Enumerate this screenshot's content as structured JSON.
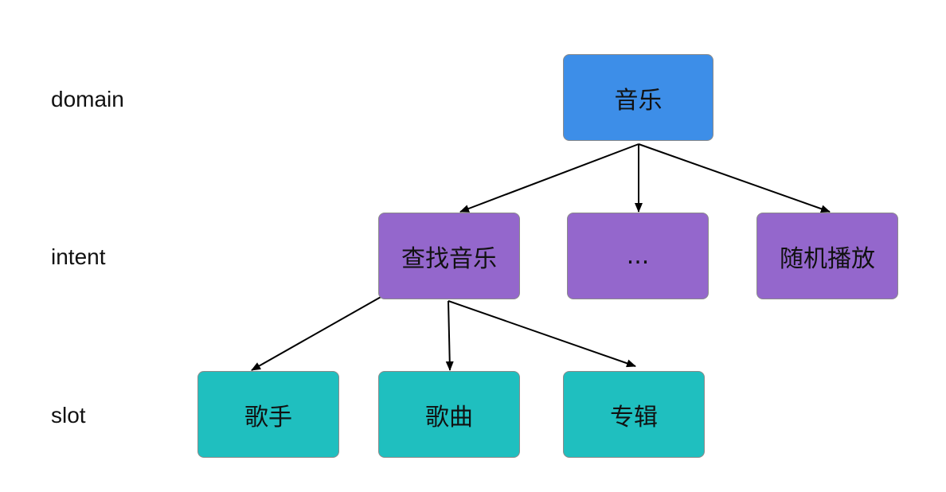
{
  "levels": {
    "domain": "domain",
    "intent": "intent",
    "slot": "slot"
  },
  "colors": {
    "domain": "#3D8EE8",
    "intent": "#9467CC",
    "slot": "#1FBFBF",
    "edge": "#000000"
  },
  "nodes": {
    "music": "音乐",
    "find_music": "查找音乐",
    "ellipsis": "...",
    "random_play": "随机播放",
    "singer": "歌手",
    "song": "歌曲",
    "album": "专辑"
  }
}
